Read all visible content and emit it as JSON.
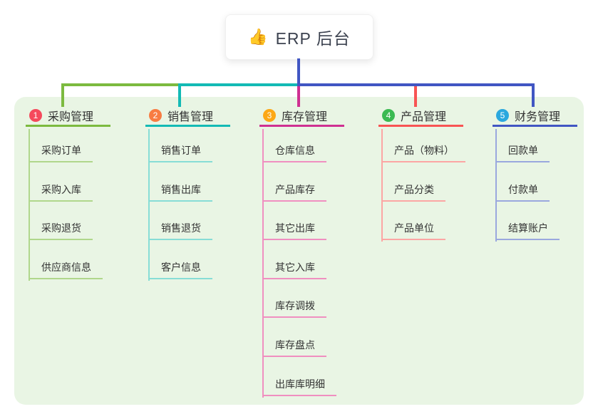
{
  "root": {
    "icon_glyph": "👍",
    "icon_name": "thumbs-up-icon",
    "label": "ERP 后台"
  },
  "canvas": {
    "panel_bg": "#e9f5e4",
    "stem_color": "#4156c3",
    "text_color": "#333333"
  },
  "branches": [
    {
      "badge": "1",
      "title": "采购管理",
      "badge_color": "#f5495c",
      "line_color": "#7cba3f",
      "child_line_color": "#b0d78c",
      "children": [
        "采购订单",
        "采购入库",
        "采购退货",
        "供应商信息"
      ]
    },
    {
      "badge": "2",
      "title": "销售管理",
      "badge_color": "#f87c42",
      "line_color": "#13bab5",
      "child_line_color": "#87ddd6",
      "children": [
        "销售订单",
        "销售出库",
        "销售退货",
        "客户信息"
      ]
    },
    {
      "badge": "3",
      "title": "库存管理",
      "badge_color": "#fca816",
      "line_color": "#cf3092",
      "child_line_color": "#f08fc0",
      "children": [
        "仓库信息",
        "产品库存",
        "其它出库",
        "其它入库",
        "库存调拨",
        "库存盘点",
        "出库库明细"
      ]
    },
    {
      "badge": "4",
      "title": "产品管理",
      "badge_color": "#3bba52",
      "line_color": "#f85454",
      "child_line_color": "#fca6a4",
      "children": [
        "产品（物料）",
        "产品分类",
        "产品单位"
      ]
    },
    {
      "badge": "5",
      "title": "财务管理",
      "badge_color": "#2ba8de",
      "line_color": "#4156c3",
      "child_line_color": "#9aa8de",
      "children": [
        "回款单",
        "付款单",
        "结算账户"
      ]
    }
  ]
}
